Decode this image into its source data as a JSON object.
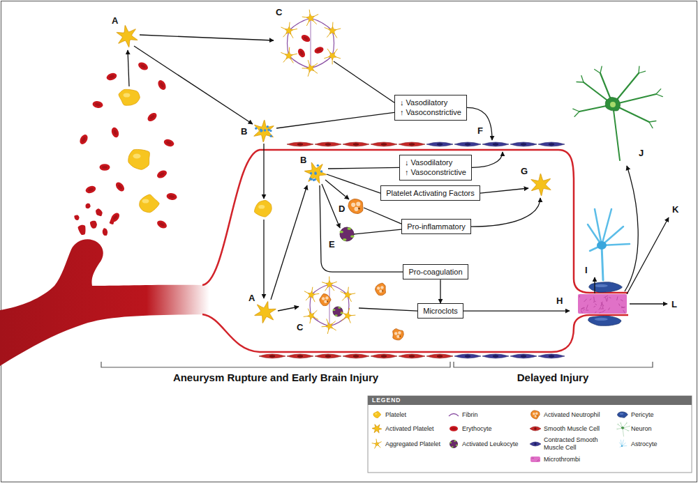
{
  "diagram": {
    "nodes": [
      {
        "text": [
          "↓ Vasodilatory",
          "↑ Vasoconstrictive"
        ]
      },
      {
        "text": [
          "↓ Vasodilatory",
          "↑ Vasoconstrictive"
        ]
      },
      {
        "text": [
          "Platelet Activating Factors"
        ]
      },
      {
        "text": [
          "Pro-inflammatory"
        ]
      },
      {
        "text": [
          "Pro-coagulation"
        ]
      },
      {
        "text": [
          "Microclots"
        ]
      }
    ],
    "edges": [
      {
        "from": 4,
        "to": 5,
        "arrow": "to"
      }
    ],
    "labels": [
      "A",
      "C",
      "B",
      "B",
      "D",
      "E",
      "A",
      "C",
      "F",
      "G",
      "H",
      "I",
      "J",
      "K",
      "L",
      "Aneurysm Rupture and Early Brain Injury",
      "Delayed Injury",
      "LEGEND"
    ],
    "legend": [
      {
        "text": "Platelet"
      },
      {
        "text": "Activated Platelet"
      },
      {
        "text": "Aggregated Platelet"
      },
      {
        "text": "Fibrin"
      },
      {
        "text": "Erythocyte"
      },
      {
        "text": "Activated Leukocyte"
      },
      {
        "text": "Activated Neutrophil"
      },
      {
        "text": "Smooth Muscle Cell"
      },
      {
        "text": "Contracted Smooth Muscle Cell"
      },
      {
        "text": "Microthrombi"
      },
      {
        "text": "Pericyte"
      },
      {
        "text": "Neuron"
      },
      {
        "text": "Astrocyte"
      }
    ]
  }
}
